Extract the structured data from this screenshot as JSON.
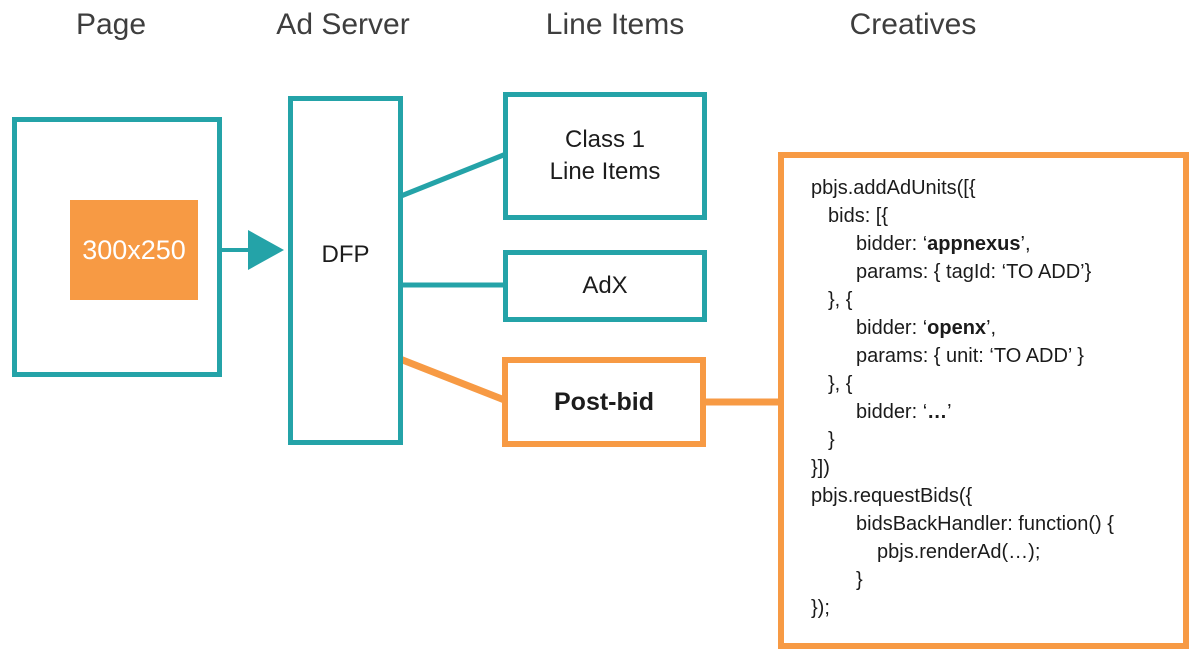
{
  "colors": {
    "teal": "#24A3A8",
    "orange": "#F79A44",
    "heading_text": "#3E3E3E",
    "label_text": "#1C1C1C",
    "code_text": "#1B1B1B",
    "slot_text": "#FFFFFF"
  },
  "headers": {
    "page": "Page",
    "ad_server": "Ad Server",
    "line_items": "Line Items",
    "creatives": "Creatives"
  },
  "page_column": {
    "ad_slot_label": "300x250"
  },
  "ad_server_column": {
    "dfp_label": "DFP"
  },
  "line_items_column": {
    "class1_label_line1": "Class 1",
    "class1_label_line2": "Line Items",
    "adx_label": "AdX",
    "postbid_label": "Post-bid"
  },
  "creatives_column": {
    "code_lines": [
      {
        "indent": 0,
        "segments": [
          {
            "text": "pbjs.addAdUnits([{",
            "bold": false
          }
        ]
      },
      {
        "indent": 1,
        "segments": [
          {
            "text": "bids: [{",
            "bold": false
          }
        ]
      },
      {
        "indent": 2,
        "segments": [
          {
            "text": "bidder: ‘",
            "bold": false
          },
          {
            "text": "appnexus",
            "bold": true
          },
          {
            "text": "’,",
            "bold": false
          }
        ]
      },
      {
        "indent": 2,
        "segments": [
          {
            "text": "params: { tagId: ‘TO ADD’}",
            "bold": false
          }
        ]
      },
      {
        "indent": 1,
        "segments": [
          {
            "text": "}, {",
            "bold": false
          }
        ]
      },
      {
        "indent": 2,
        "segments": [
          {
            "text": "bidder: ‘",
            "bold": false
          },
          {
            "text": "openx",
            "bold": true
          },
          {
            "text": "’,",
            "bold": false
          }
        ]
      },
      {
        "indent": 2,
        "segments": [
          {
            "text": "params: { unit: ‘TO ADD’ }",
            "bold": false
          }
        ]
      },
      {
        "indent": 1,
        "segments": [
          {
            "text": "}, {",
            "bold": false
          }
        ]
      },
      {
        "indent": 2,
        "segments": [
          {
            "text": "bidder: ‘",
            "bold": false
          },
          {
            "text": "…",
            "bold": true
          },
          {
            "text": "’",
            "bold": false
          }
        ]
      },
      {
        "indent": 1,
        "segments": [
          {
            "text": "}",
            "bold": false
          }
        ]
      },
      {
        "indent": 0,
        "segments": [
          {
            "text": "}])",
            "bold": false
          }
        ]
      },
      {
        "indent": 0,
        "segments": [
          {
            "text": "pbjs.requestBids({",
            "bold": false
          }
        ]
      },
      {
        "indent": 2,
        "segments": [
          {
            "text": "bidsBackHandler: function() {",
            "bold": false
          }
        ]
      },
      {
        "indent": 3,
        "segments": [
          {
            "text": "pbjs.renderAd(…);",
            "bold": false
          }
        ]
      },
      {
        "indent": 2,
        "segments": [
          {
            "text": "}",
            "bold": false
          }
        ]
      },
      {
        "indent": 0,
        "segments": [
          {
            "text": "});",
            "bold": false
          }
        ]
      }
    ]
  }
}
